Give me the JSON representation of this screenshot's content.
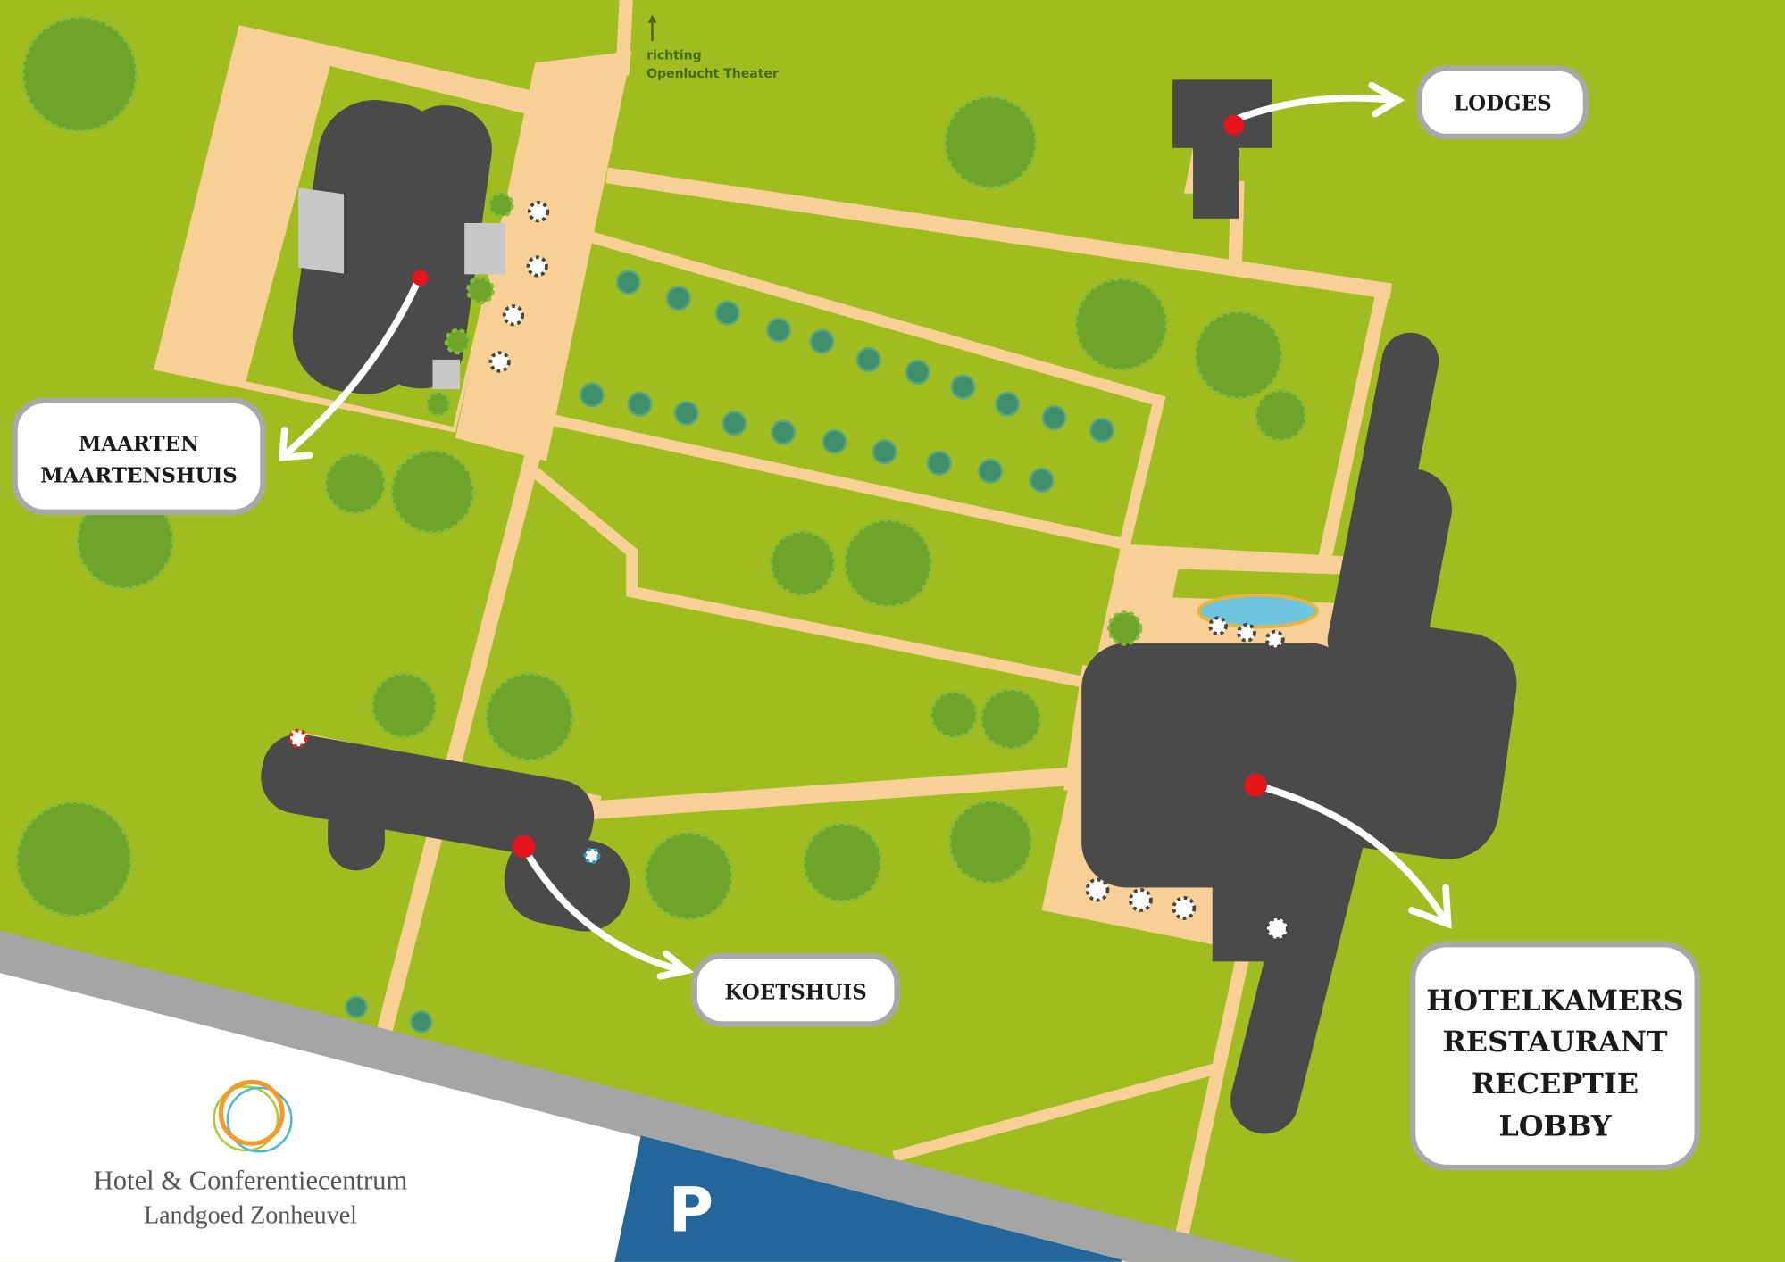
{
  "direction_note": {
    "line1": "richting",
    "line2": "Openlucht Theater"
  },
  "labels": {
    "lodges": "LODGES",
    "maarten": [
      "MAARTEN",
      "MAARTENSHUIS"
    ],
    "koetshuis": "KOETSHUIS",
    "hotel": [
      "HOTELKAMERS",
      "RESTAURANT",
      "RECEPTIE",
      "LOBBY"
    ]
  },
  "parking": "P",
  "logo": {
    "line1": "Hotel & Conferentiecentrum",
    "line2": "Landgoed Zonheuvel"
  },
  "colors": {
    "grass": "#9fbd1f",
    "path": "#f8d095",
    "building": "#4a4a4a",
    "road": "#a5a5a5",
    "parking": "#22669a",
    "marker": "#e8141c"
  }
}
